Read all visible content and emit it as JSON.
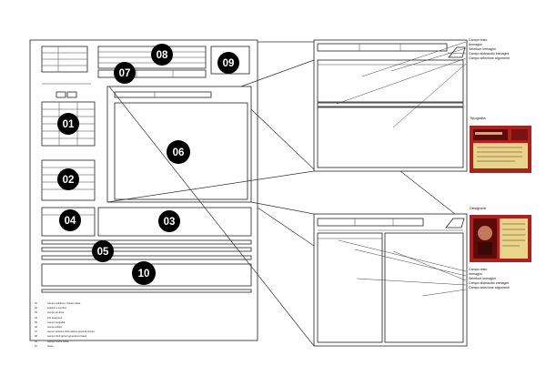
{
  "badges": [
    "08",
    "09",
    "07",
    "01",
    "06",
    "02",
    "04",
    "03",
    "05",
    "10"
  ],
  "legend": [
    {
      "n": "01",
      "t": "Campo selettore / inquiet scelte"
    },
    {
      "n": "02",
      "t": "selettori e scortino"
    },
    {
      "n": "03",
      "t": "campo struttura"
    },
    {
      "n": "04",
      "t": "info designers"
    },
    {
      "n": "05",
      "t": "campo tipografia"
    },
    {
      "n": "06",
      "t": "campo artistic"
    },
    {
      "n": "07",
      "t": "campo selettore informazioni generali ricerca"
    },
    {
      "n": "08",
      "t": "campo informazioni generali contratto"
    },
    {
      "n": "09",
      "t": "campo invetre fonda"
    },
    {
      "n": "10",
      "t": "footer"
    }
  ],
  "annotations_top": [
    "Campo testo",
    "Immagini",
    "Selettore immagini",
    "Campo slideaudio immagini",
    "Campo selezione argomenti"
  ],
  "annotations_bottom": [
    "Campo testo",
    "Immagini",
    "Selettore immagini",
    "Campo slideaudio immagini",
    "Campo selezione argomenti"
  ],
  "section_labels": {
    "tipografia": "Tipografia",
    "designer": "Designere"
  },
  "colors": {
    "book_red": "#b01f1c",
    "book_dark": "#5a0c0a",
    "book_cream": "#e8d48a"
  }
}
